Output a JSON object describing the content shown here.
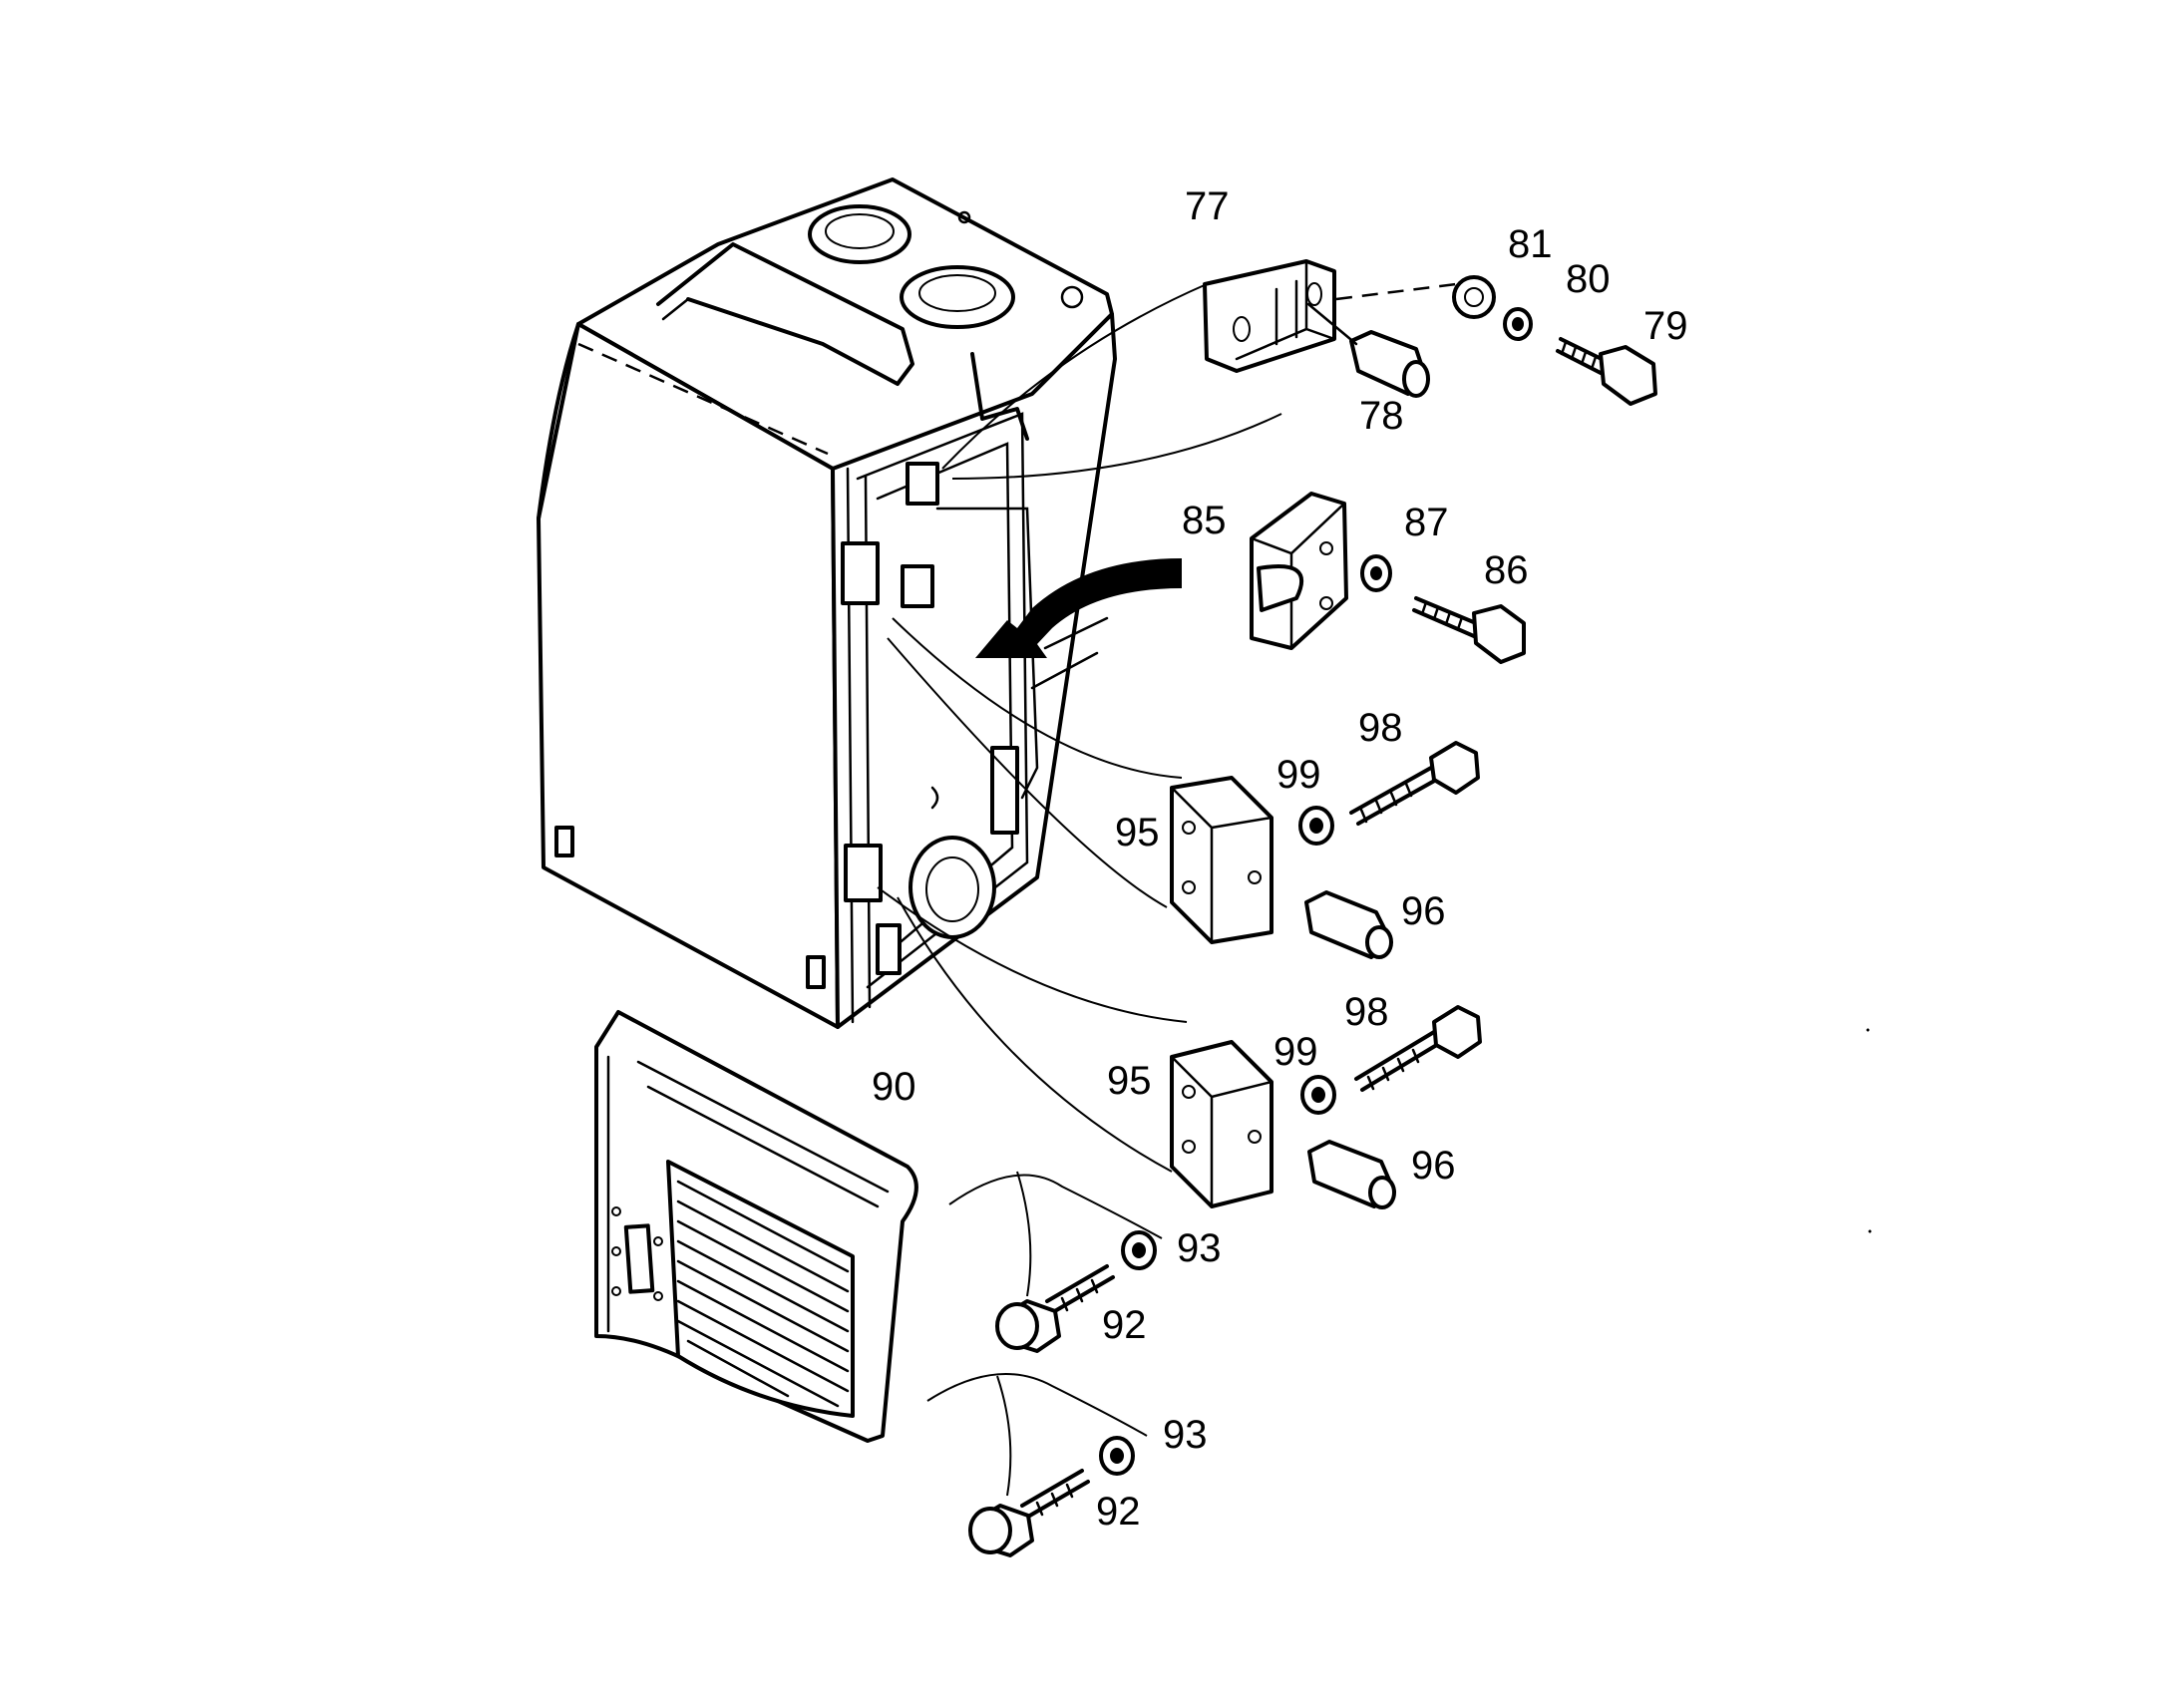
{
  "part_labels": [
    {
      "id": "p77",
      "text": "77"
    },
    {
      "id": "p78",
      "text": "78"
    },
    {
      "id": "p79",
      "text": "79"
    },
    {
      "id": "p80",
      "text": "80"
    },
    {
      "id": "p81",
      "text": "81"
    },
    {
      "id": "p85",
      "text": "85"
    },
    {
      "id": "p86",
      "text": "86"
    },
    {
      "id": "p87",
      "text": "87"
    },
    {
      "id": "p90",
      "text": "90"
    },
    {
      "id": "p92a",
      "text": "92"
    },
    {
      "id": "p92b",
      "text": "92"
    },
    {
      "id": "p93a",
      "text": "93"
    },
    {
      "id": "p93b",
      "text": "93"
    },
    {
      "id": "p95a",
      "text": "95"
    },
    {
      "id": "p95b",
      "text": "95"
    },
    {
      "id": "p96a",
      "text": "96"
    },
    {
      "id": "p96b",
      "text": "96"
    },
    {
      "id": "p98a",
      "text": "98"
    },
    {
      "id": "p98b",
      "text": "98"
    },
    {
      "id": "p99a",
      "text": "99"
    },
    {
      "id": "p99b",
      "text": "99"
    }
  ]
}
